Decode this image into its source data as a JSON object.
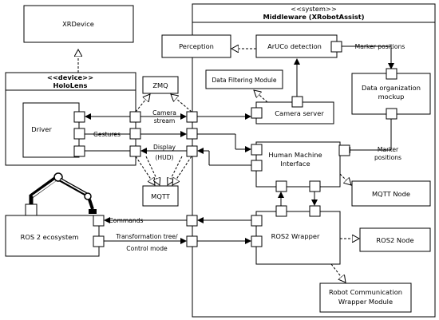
{
  "system": {
    "stereotype": "<<system>>",
    "name": "Middleware (XRobotAssist)"
  },
  "device": {
    "stereotype": "<<device>>",
    "name": "HoloLens"
  },
  "blocks": {
    "xrdevice": "XRDevice",
    "driver": "Driver",
    "perception": "Perception",
    "aruco": "ArUCo detection",
    "data_filtering": "Data Filtering Module",
    "camera_server": "Camera server",
    "data_org_line1": "Data organization",
    "data_org_line2": "mockup",
    "hmi_line1": "Human Machine",
    "hmi_line2": "Interface",
    "mqtt_node": "MQTT Node",
    "ros2_wrapper": "ROS2 Wrapper",
    "ros2_node": "ROS2 Node",
    "rcw_line1": "Robot Communication",
    "rcw_line2": "Wrapper Module",
    "ros2_ecosystem": "ROS 2 ecosystem",
    "zmq": "ZMQ",
    "mqtt": "MQTT"
  },
  "labels": {
    "camera_stream_1": "Camera",
    "camera_stream_2": "stream",
    "gestures": "Gestures",
    "display_1": "Display",
    "display_2": "(HUD)",
    "commands": "Commands",
    "transform_1": "Transformation tree/",
    "transform_2": "Control mode",
    "marker_positions_top": "Marker positions",
    "marker_positions_1": "Marker",
    "marker_positions_2": "positions"
  },
  "colors": {
    "stroke": "#000000",
    "fill": "#ffffff"
  }
}
